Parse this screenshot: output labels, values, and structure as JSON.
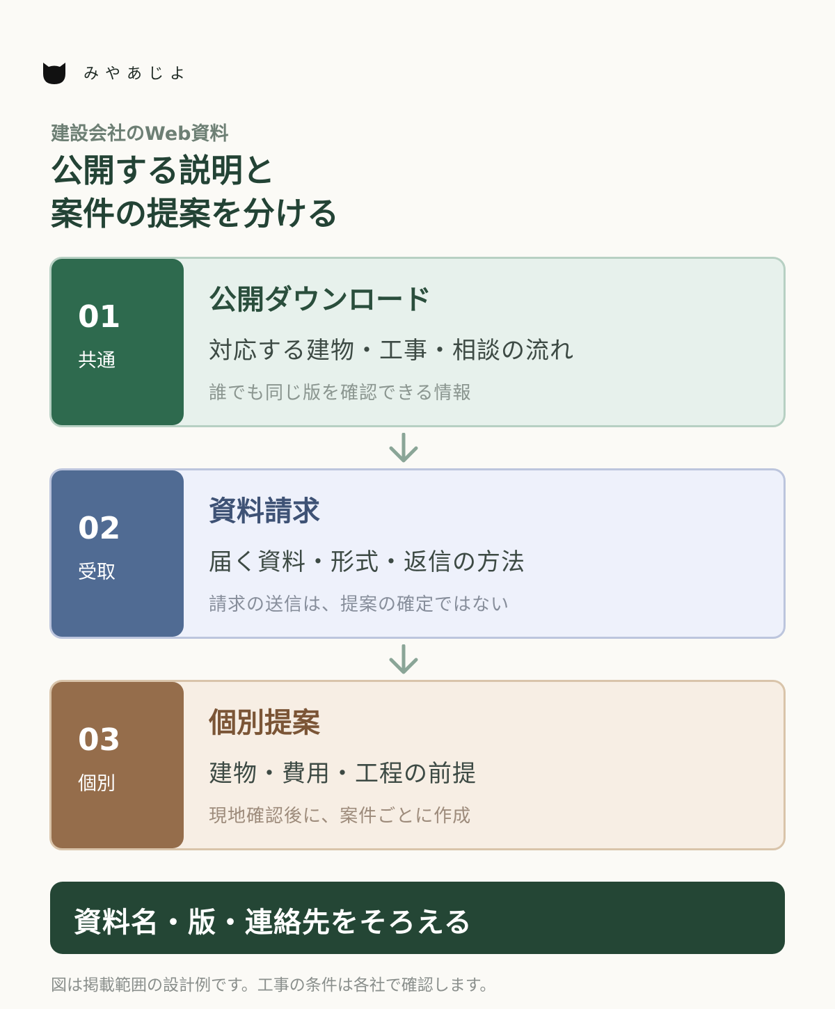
{
  "brand": {
    "name": "みやあじよ",
    "icon": "cat-icon"
  },
  "eyebrow": "建設会社のWeb資料",
  "title": {
    "line1": "公開する説明と",
    "line2": "案件の提案を分ける"
  },
  "steps": [
    {
      "number": "01",
      "tag": "共通",
      "heading": "公開ダウンロード",
      "sub": "対応する建物・工事・相談の流れ",
      "note": "誰でも同じ版を確認できる情報",
      "accent": "#2e6a4e"
    },
    {
      "number": "02",
      "tag": "受取",
      "heading": "資料請求",
      "sub": "届く資料・形式・返信の方法",
      "note": "請求の送信は、提案の確定ではない",
      "accent": "#506b93"
    },
    {
      "number": "03",
      "tag": "個別",
      "heading": "個別提案",
      "sub": "建物・費用・工程の前提",
      "note": "現地確認後に、案件ごとに作成",
      "accent": "#956d4b"
    }
  ],
  "arrow_icon": "arrow-down-icon",
  "banner": "資料名・版・連絡先をそろえる",
  "footnote": "図は掲載範囲の設計例です。工事の条件は各社で確認します。"
}
